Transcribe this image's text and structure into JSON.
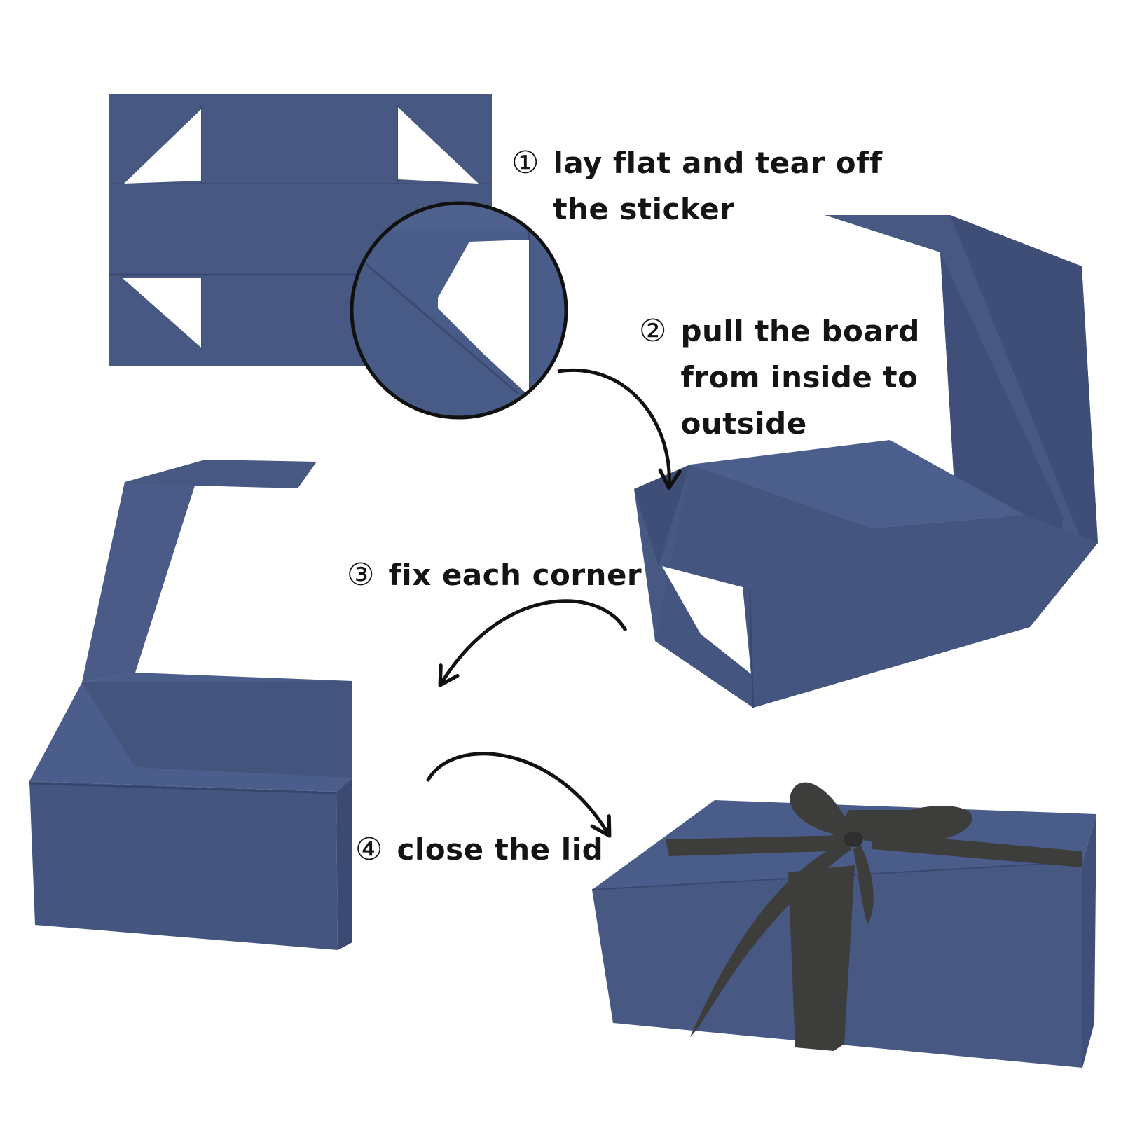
{
  "colors": {
    "background": "#ffffff",
    "box_main": "#475883",
    "box_dark": "#3d4d76",
    "box_light": "#51628d",
    "ribbon": "#3d3d3b",
    "arrow": "#111111",
    "text": "#141414"
  },
  "steps": [
    {
      "number": "①",
      "lines": [
        "lay flat and tear off",
        "the sticker"
      ]
    },
    {
      "number": "②",
      "lines": [
        "pull the board",
        "from inside to",
        "outside"
      ]
    },
    {
      "number": "③",
      "lines": [
        "fix each corner"
      ]
    },
    {
      "number": "④",
      "lines": [
        "close the lid"
      ]
    }
  ]
}
